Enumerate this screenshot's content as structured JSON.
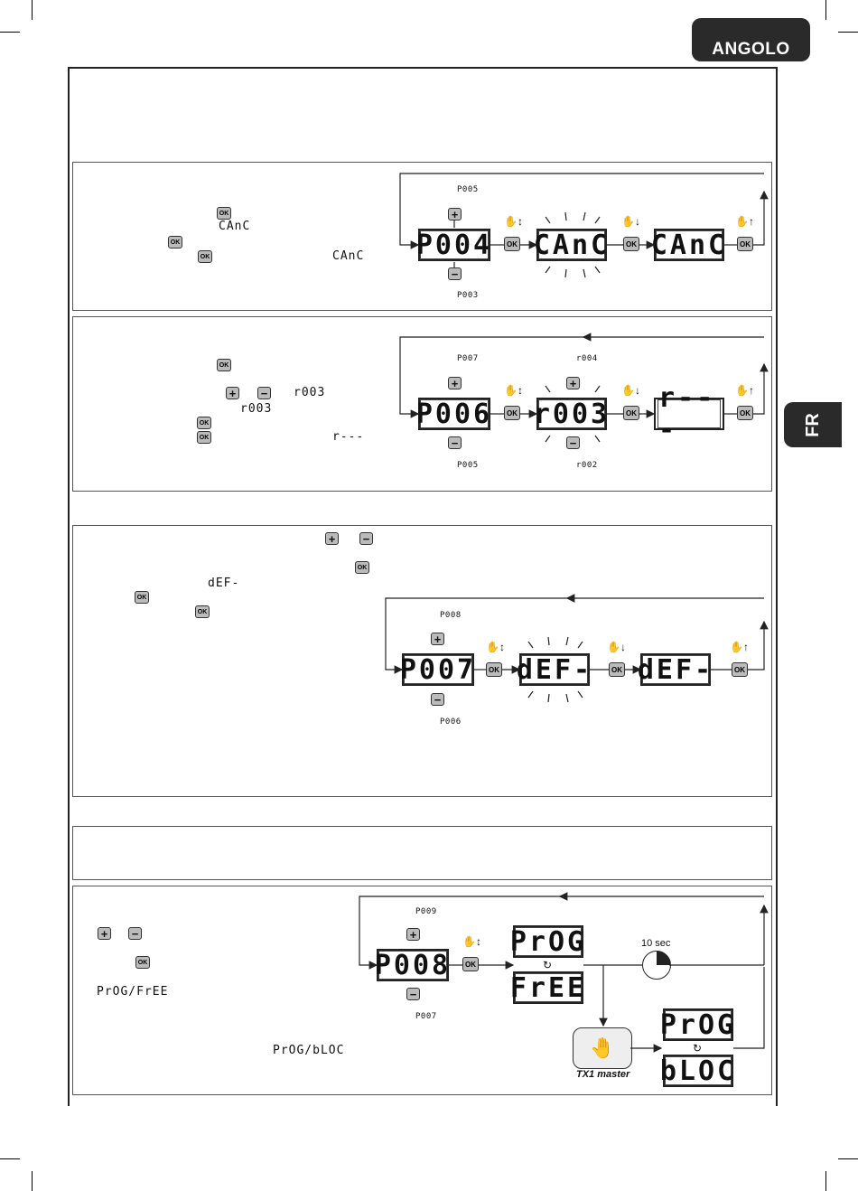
{
  "brand": "ANGOLO",
  "language_tab": "FR",
  "ok_label": "OK",
  "plus_label": "+",
  "minus_label": "−",
  "sec1": {
    "inline": [
      "CAnC",
      "CAnC"
    ],
    "labels": {
      "up": "P005",
      "down": "P003"
    },
    "displays": [
      "P004",
      "CAnC",
      "CAnC"
    ]
  },
  "sec2": {
    "inline": [
      "r003",
      "r003",
      "r---"
    ],
    "labels": {
      "up": "P007",
      "down": "P005",
      "alt_up": "r004",
      "alt_down": "r002"
    },
    "displays": [
      "P006",
      "r003",
      "r---"
    ]
  },
  "sec3": {
    "inline": [
      "dEF-"
    ],
    "labels": {
      "up": "P008",
      "down": "P006"
    },
    "displays": [
      "P007",
      "dEF-",
      "dEF-"
    ]
  },
  "sec5": {
    "inline": [
      "PrOG/FrEE",
      "PrOG/bLOC"
    ],
    "labels": {
      "up": "P009",
      "down": "P007"
    },
    "displays": [
      "P008",
      "PrOG",
      "FrEE",
      "PrOG",
      "bLOC"
    ],
    "timer": "10 sec",
    "remote": "TX1 master"
  }
}
